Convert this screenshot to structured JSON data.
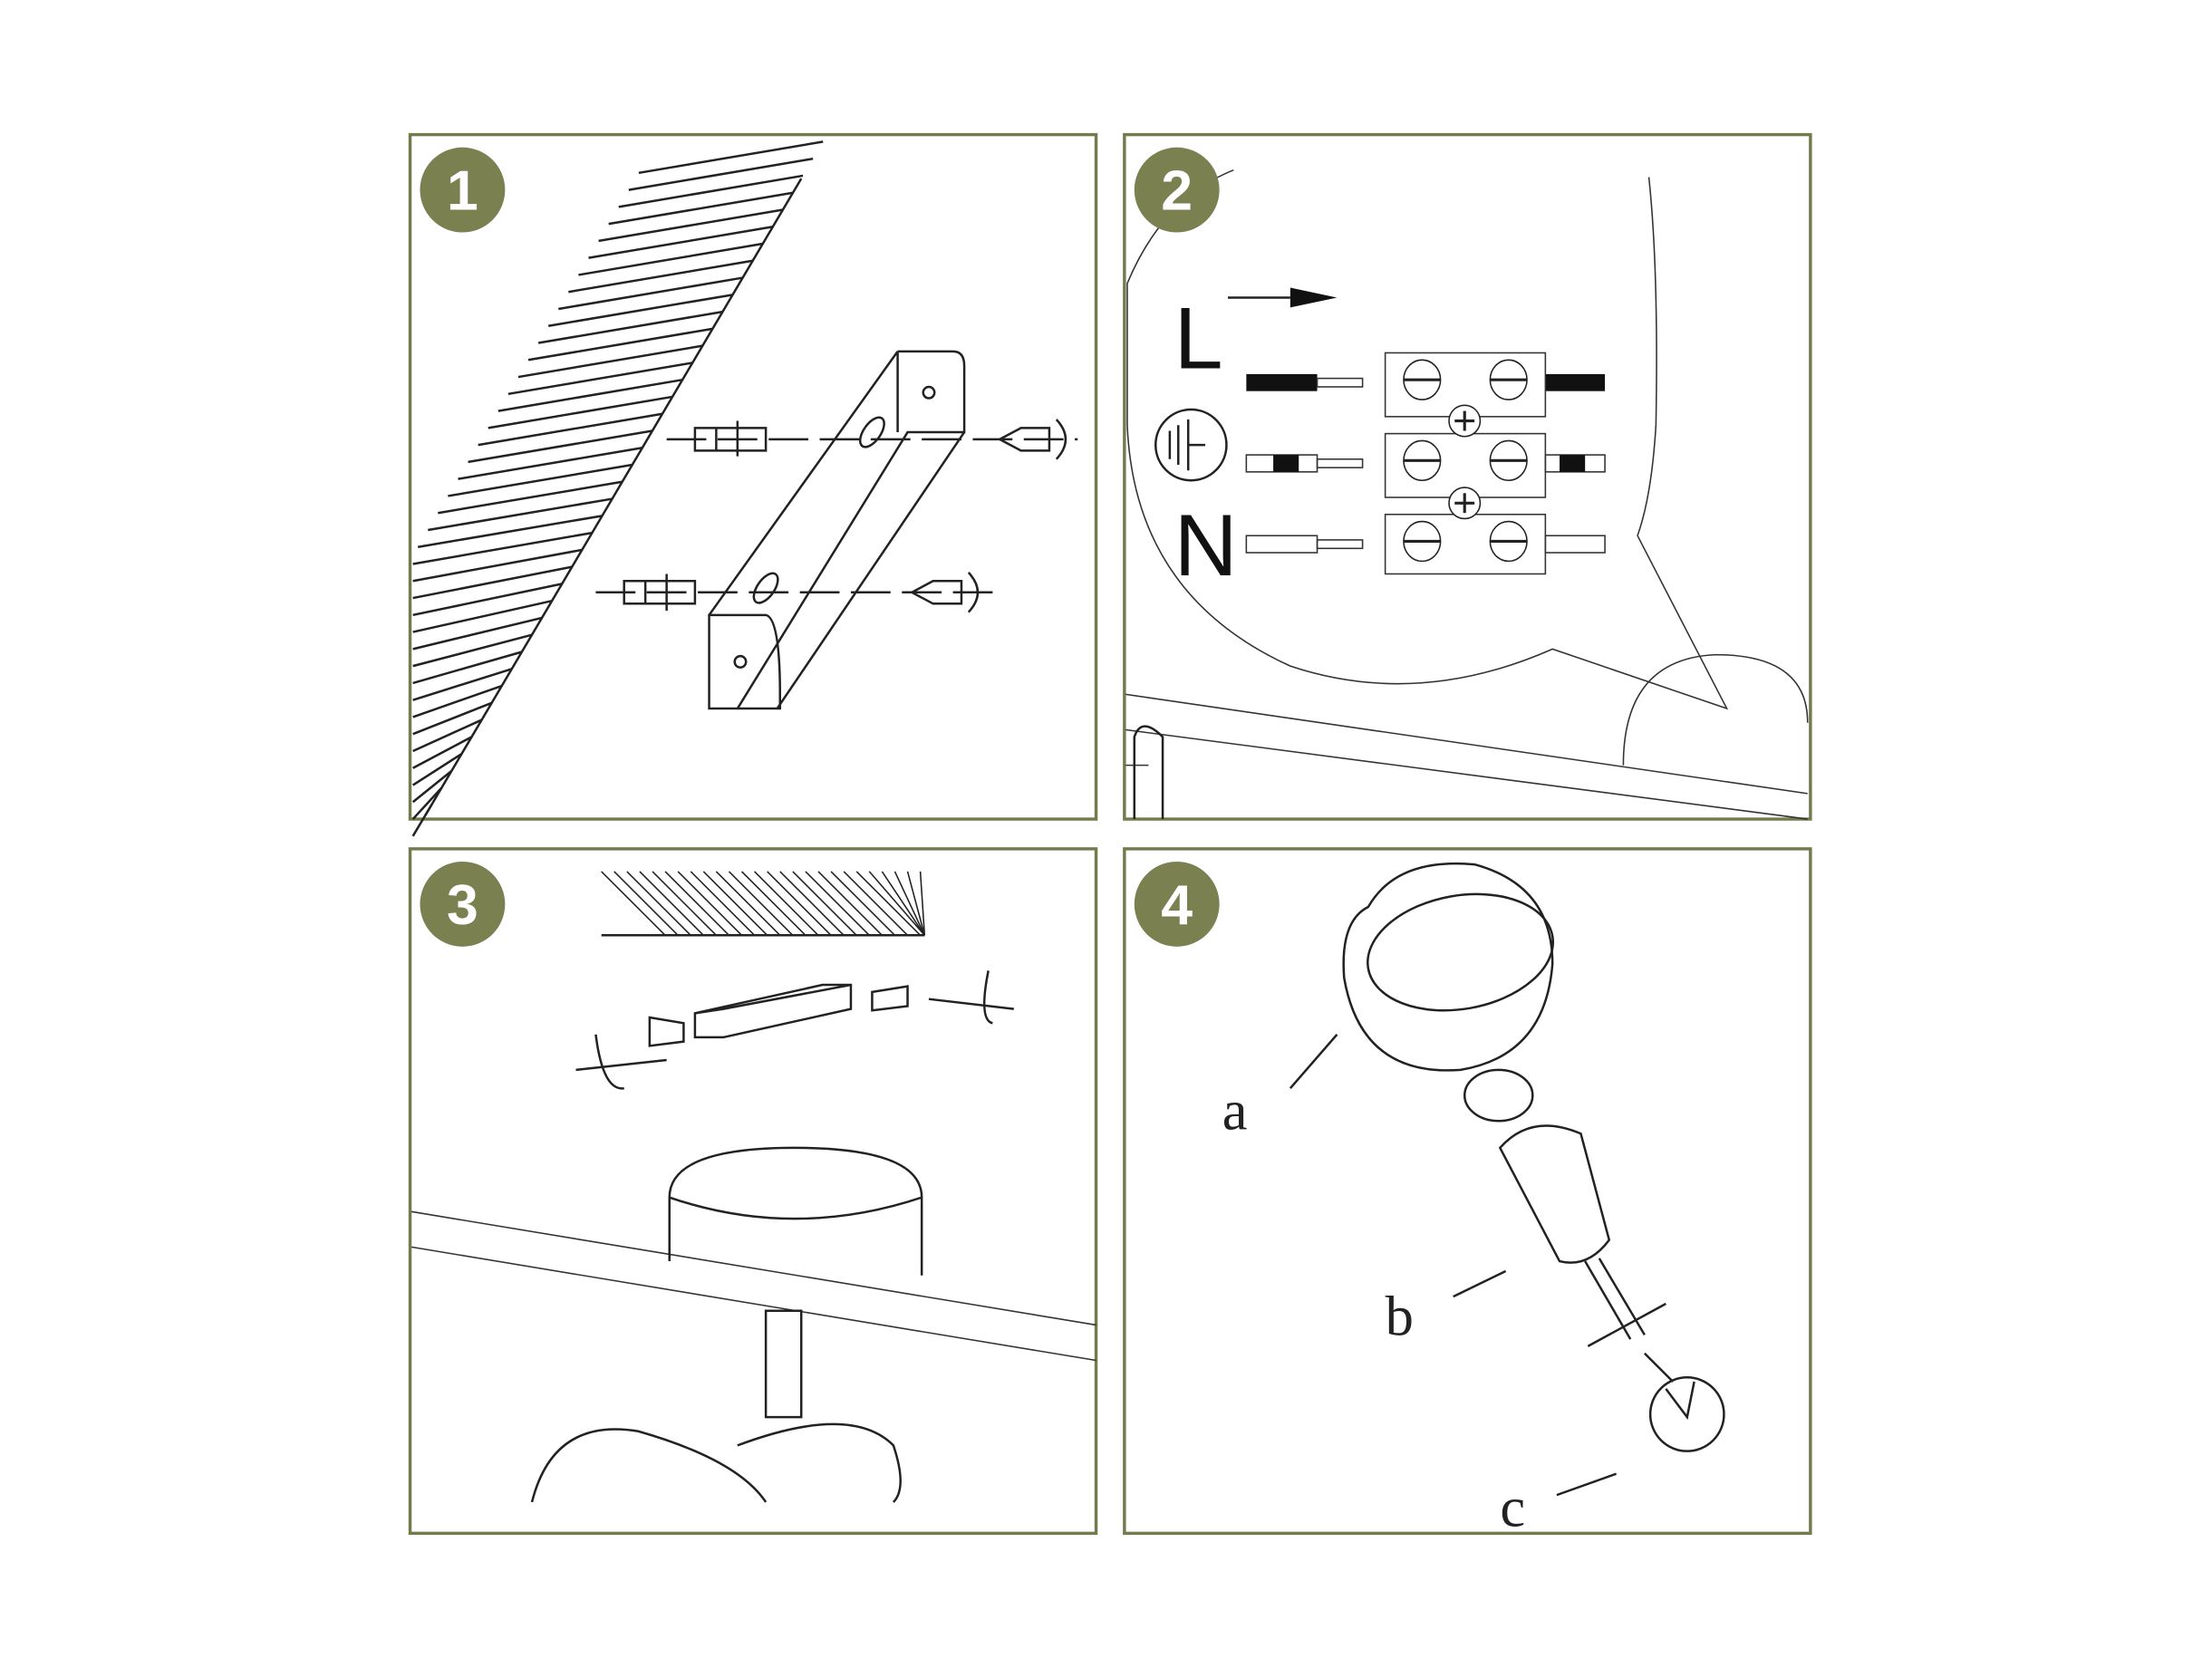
{
  "colors": {
    "badge": "#7a8050",
    "border": "#747a4c",
    "line": "#222222"
  },
  "steps": [
    {
      "number": "1"
    },
    {
      "number": "2",
      "labels": {
        "live": "L",
        "neutral": "N"
      },
      "icons": [
        "earth-symbol-icon",
        "terminal-block-icon"
      ]
    },
    {
      "number": "3"
    },
    {
      "number": "4",
      "labels": {
        "a": "a",
        "b": "b",
        "c": "c"
      }
    }
  ]
}
